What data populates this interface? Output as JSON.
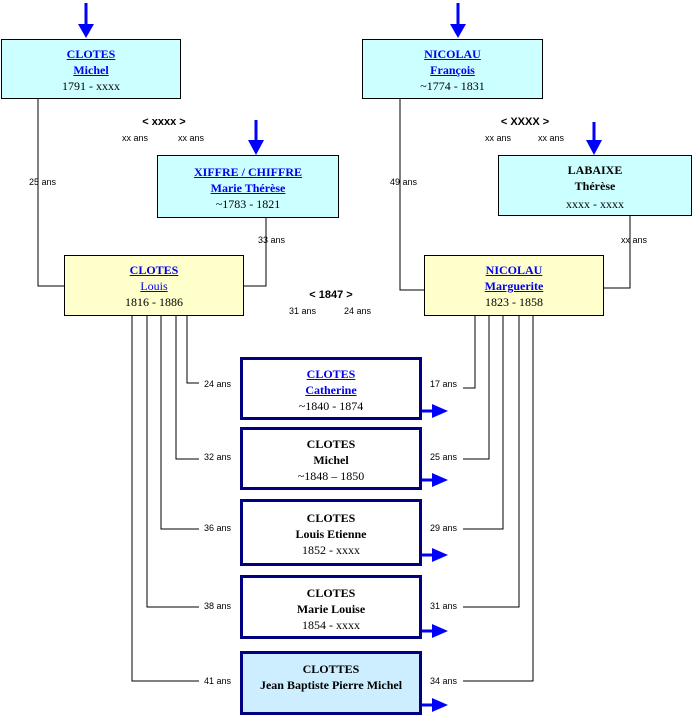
{
  "colors": {
    "arrow": "#0000ff",
    "border_dark": "#000080",
    "cyan": "#ccffff",
    "yellow": "#ffffcc",
    "light_blue": "#cceeff"
  },
  "persons": {
    "michel_clotes": {
      "name": "CLOTES",
      "given": "Michel",
      "dates": "1791 - xxxx"
    },
    "francois_nicolau": {
      "name": "NICOLAU",
      "given": "François",
      "dates": "~1774 - 1831"
    },
    "marie_therese_xiffre": {
      "name": "XIFFRE / CHIFFRE",
      "given": "Marie Thérèse",
      "dates": "~1783 - 1821"
    },
    "therese_labaixe": {
      "name": "LABAIXE",
      "given": "Thérèse",
      "dates": "xxxx - xxxx"
    },
    "louis_clotes": {
      "name": "CLOTES",
      "given": "Louis",
      "dates": "1816 - 1886"
    },
    "marguerite_nicolau": {
      "name": "NICOLAU",
      "given": "Marguerite",
      "dates": "1823 - 1858"
    },
    "catherine_clotes": {
      "name": "CLOTES",
      "given": "Catherine",
      "dates": "~1840 - 1874"
    },
    "michel_clotes_child": {
      "name": "CLOTES",
      "given": "Michel",
      "dates": "~1848 – 1850"
    },
    "louis_etienne_clotes": {
      "name": "CLOTES",
      "given": "Louis Etienne",
      "dates": "1852 - xxxx"
    },
    "marie_louise_clotes": {
      "name": "CLOTES",
      "given": "Marie Louise",
      "dates": "1854 - xxxx"
    },
    "jean_baptiste_clottes": {
      "name": "CLOTTES",
      "given": "Jean Baptiste Pierre Michel"
    }
  },
  "marriages": {
    "clotes_xiffre": {
      "year": "< xxxx >",
      "age_left": "xx ans",
      "age_right": "xx ans"
    },
    "nicolau_labaixe": {
      "year": "< XXXX >",
      "age_left": "xx ans",
      "age_right": "xx ans"
    },
    "louis_marguerite": {
      "year": "< 1847 >",
      "age_left": "31 ans",
      "age_right": "24 ans"
    }
  },
  "ages": {
    "michel_at_louis": "25 ans",
    "marie_therese_at_louis": "33 ans",
    "francois_at_marguerite": "49 ans",
    "therese_at_marguerite": "xx ans",
    "louis_at_catherine": "24 ans",
    "louis_at_michel": "32 ans",
    "louis_at_louis_etienne": "36 ans",
    "louis_at_marie_louise": "38 ans",
    "louis_at_jean_baptiste": "41 ans",
    "marguerite_at_catherine": "17 ans",
    "marguerite_at_michel": "25 ans",
    "marguerite_at_louis_etienne": "29 ans",
    "marguerite_at_marie_louise": "31 ans",
    "marguerite_at_jean_baptiste": "34 ans"
  }
}
